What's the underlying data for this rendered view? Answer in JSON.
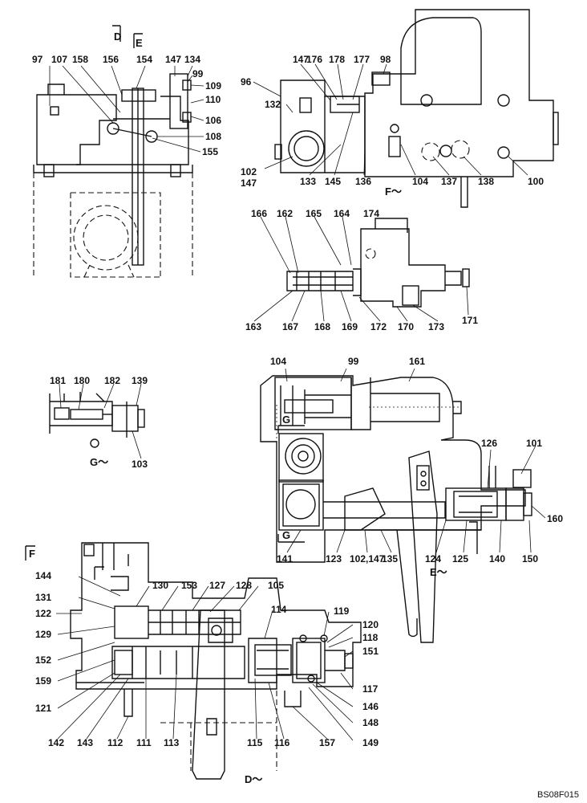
{
  "drawing_code": "BS08F015",
  "view_markers": [
    {
      "id": "D",
      "text": "D"
    },
    {
      "id": "E",
      "text": "E"
    },
    {
      "id": "F",
      "text": "F"
    },
    {
      "id": "G1",
      "text": "G"
    },
    {
      "id": "G2",
      "text": "G"
    }
  ],
  "section_titles": [
    {
      "id": "F",
      "text": "F～"
    },
    {
      "id": "G",
      "text": "G～"
    },
    {
      "id": "E",
      "text": "E～"
    },
    {
      "id": "D",
      "text": "D～"
    }
  ],
  "part_numbers": {
    "p97": "97",
    "p107": "107",
    "p158": "158",
    "p156": "156",
    "p154": "154",
    "p147a": "147",
    "p134": "134",
    "p99a": "99",
    "p109": "109",
    "p110": "110",
    "p106": "106",
    "p108": "108",
    "p155": "155",
    "p96": "96",
    "p147b": "147",
    "p176": "176",
    "p178": "178",
    "p177": "177",
    "p98": "98",
    "p132": "132",
    "p102a": "102",
    "p147c": "147",
    "p133": "133",
    "p145": "145",
    "p136": "136",
    "p104a": "104",
    "p137": "137",
    "p138": "138",
    "p100": "100",
    "p166": "166",
    "p162": "162",
    "p165": "165",
    "p164": "164",
    "p174": "174",
    "p163": "163",
    "p167": "167",
    "p168": "168",
    "p169": "169",
    "p172": "172",
    "p170": "170",
    "p173": "173",
    "p171": "171",
    "p181": "181",
    "p180": "180",
    "p182": "182",
    "p139": "139",
    "p103": "103",
    "p104b": "104",
    "p99b": "99",
    "p161": "161",
    "p126": "126",
    "p101": "101",
    "p160": "160",
    "p141": "141",
    "p123": "123",
    "p102_147": "102,147",
    "p135": "135",
    "p124": "124",
    "p125": "125",
    "p140": "140",
    "p150": "150",
    "p144": "144",
    "p130": "130",
    "p153": "153",
    "p127": "127",
    "p128": "128",
    "p105": "105",
    "p131": "131",
    "p122": "122",
    "p129": "129",
    "p114": "114",
    "p119": "119",
    "p120": "120",
    "p118": "118",
    "p151": "151",
    "p152": "152",
    "p159": "159",
    "p117": "117",
    "p121": "121",
    "p146": "146",
    "p148": "148",
    "p142": "142",
    "p143": "143",
    "p112": "112",
    "p111": "111",
    "p113": "113",
    "p115": "115",
    "p116": "116",
    "p157": "157",
    "p149": "149"
  }
}
